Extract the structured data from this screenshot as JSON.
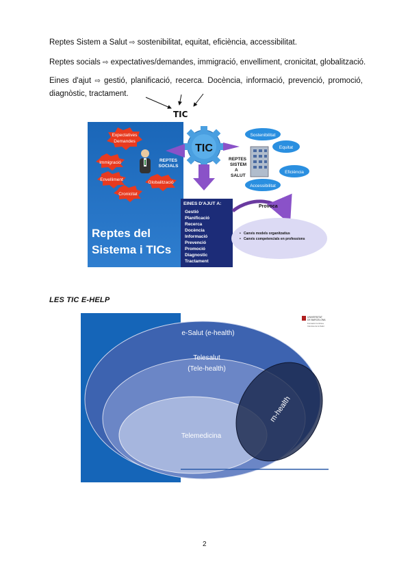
{
  "paragraphs": {
    "line1_prefix": "Reptes Sistem a Salut",
    "line1_suffix": "sostenibilitat, equitat, eficiència, accessibilitat.",
    "line2_prefix": "Reptes socials",
    "line2_suffix": "expectatives/demandes, immigració, envelliment, cronicitat, globalització.",
    "line3_prefix": "Eines d'ajut",
    "line3_suffix": "gestió, planificació, recerca. Docència, informació, prevenció, promoció, diagnòstic, tractament.",
    "arrow_glyph": "⇨"
  },
  "tic_label": "TIC",
  "figure1": {
    "background_colors": {
      "left_panel": "#1a66b8",
      "right_panel": "#ffffff",
      "tools_panel": "#1c2c78"
    },
    "title_line1": "Reptes del",
    "title_line2": "Sistema i TICs",
    "social_challenges": [
      "Expectatives",
      "Demandes",
      "Immigració",
      "Envelliment",
      "Globalització",
      "Cronicitat"
    ],
    "reptes_socials": [
      "REPTES",
      "SOCIALS"
    ],
    "gear_label": "TIC",
    "reptes_sistem": [
      "REPTES",
      "SISTEM",
      "A",
      "SALUT"
    ],
    "system_challenges": [
      "Sostenibilitat",
      "Equitat",
      "Eficiència",
      "Accessibilitat"
    ],
    "tools_title": "EINES D'AJUT A:",
    "tools": [
      "Gestió",
      "Planificació",
      "Recerca",
      "Docència",
      "Informació",
      "Prevenció",
      "Promoció",
      "Diagnostic",
      "Tractament"
    ],
    "provoca": "Provoca",
    "effects": [
      "Canvis models organitzatius",
      "Canvis competencials en professions"
    ],
    "colors": {
      "star": "#e83a1f",
      "gear": "#4a9fe0",
      "arrow": "#8a52c8",
      "bubble": "#2a8fe0"
    }
  },
  "heading2": "LES TIC E-HELP",
  "figure2": {
    "ehealth": "e-Salut (e-health)",
    "telesalut_1": "Telesalut",
    "telesalut_2": "(Tele-health)",
    "telemedicina": "Telemedicina",
    "mhealth": "m-health",
    "logo_lines": [
      "UNIVERSITAT",
      "DE BARCELONA",
      "Formació Contínua",
      "Ciències de la Salut"
    ],
    "colors": {
      "left_strip": "#1565b8",
      "outer": "#3d63b0",
      "middle": "#6b86c6",
      "inner": "#a6b6de",
      "mhealth": "#1c2a4e"
    }
  },
  "page_number": "2"
}
